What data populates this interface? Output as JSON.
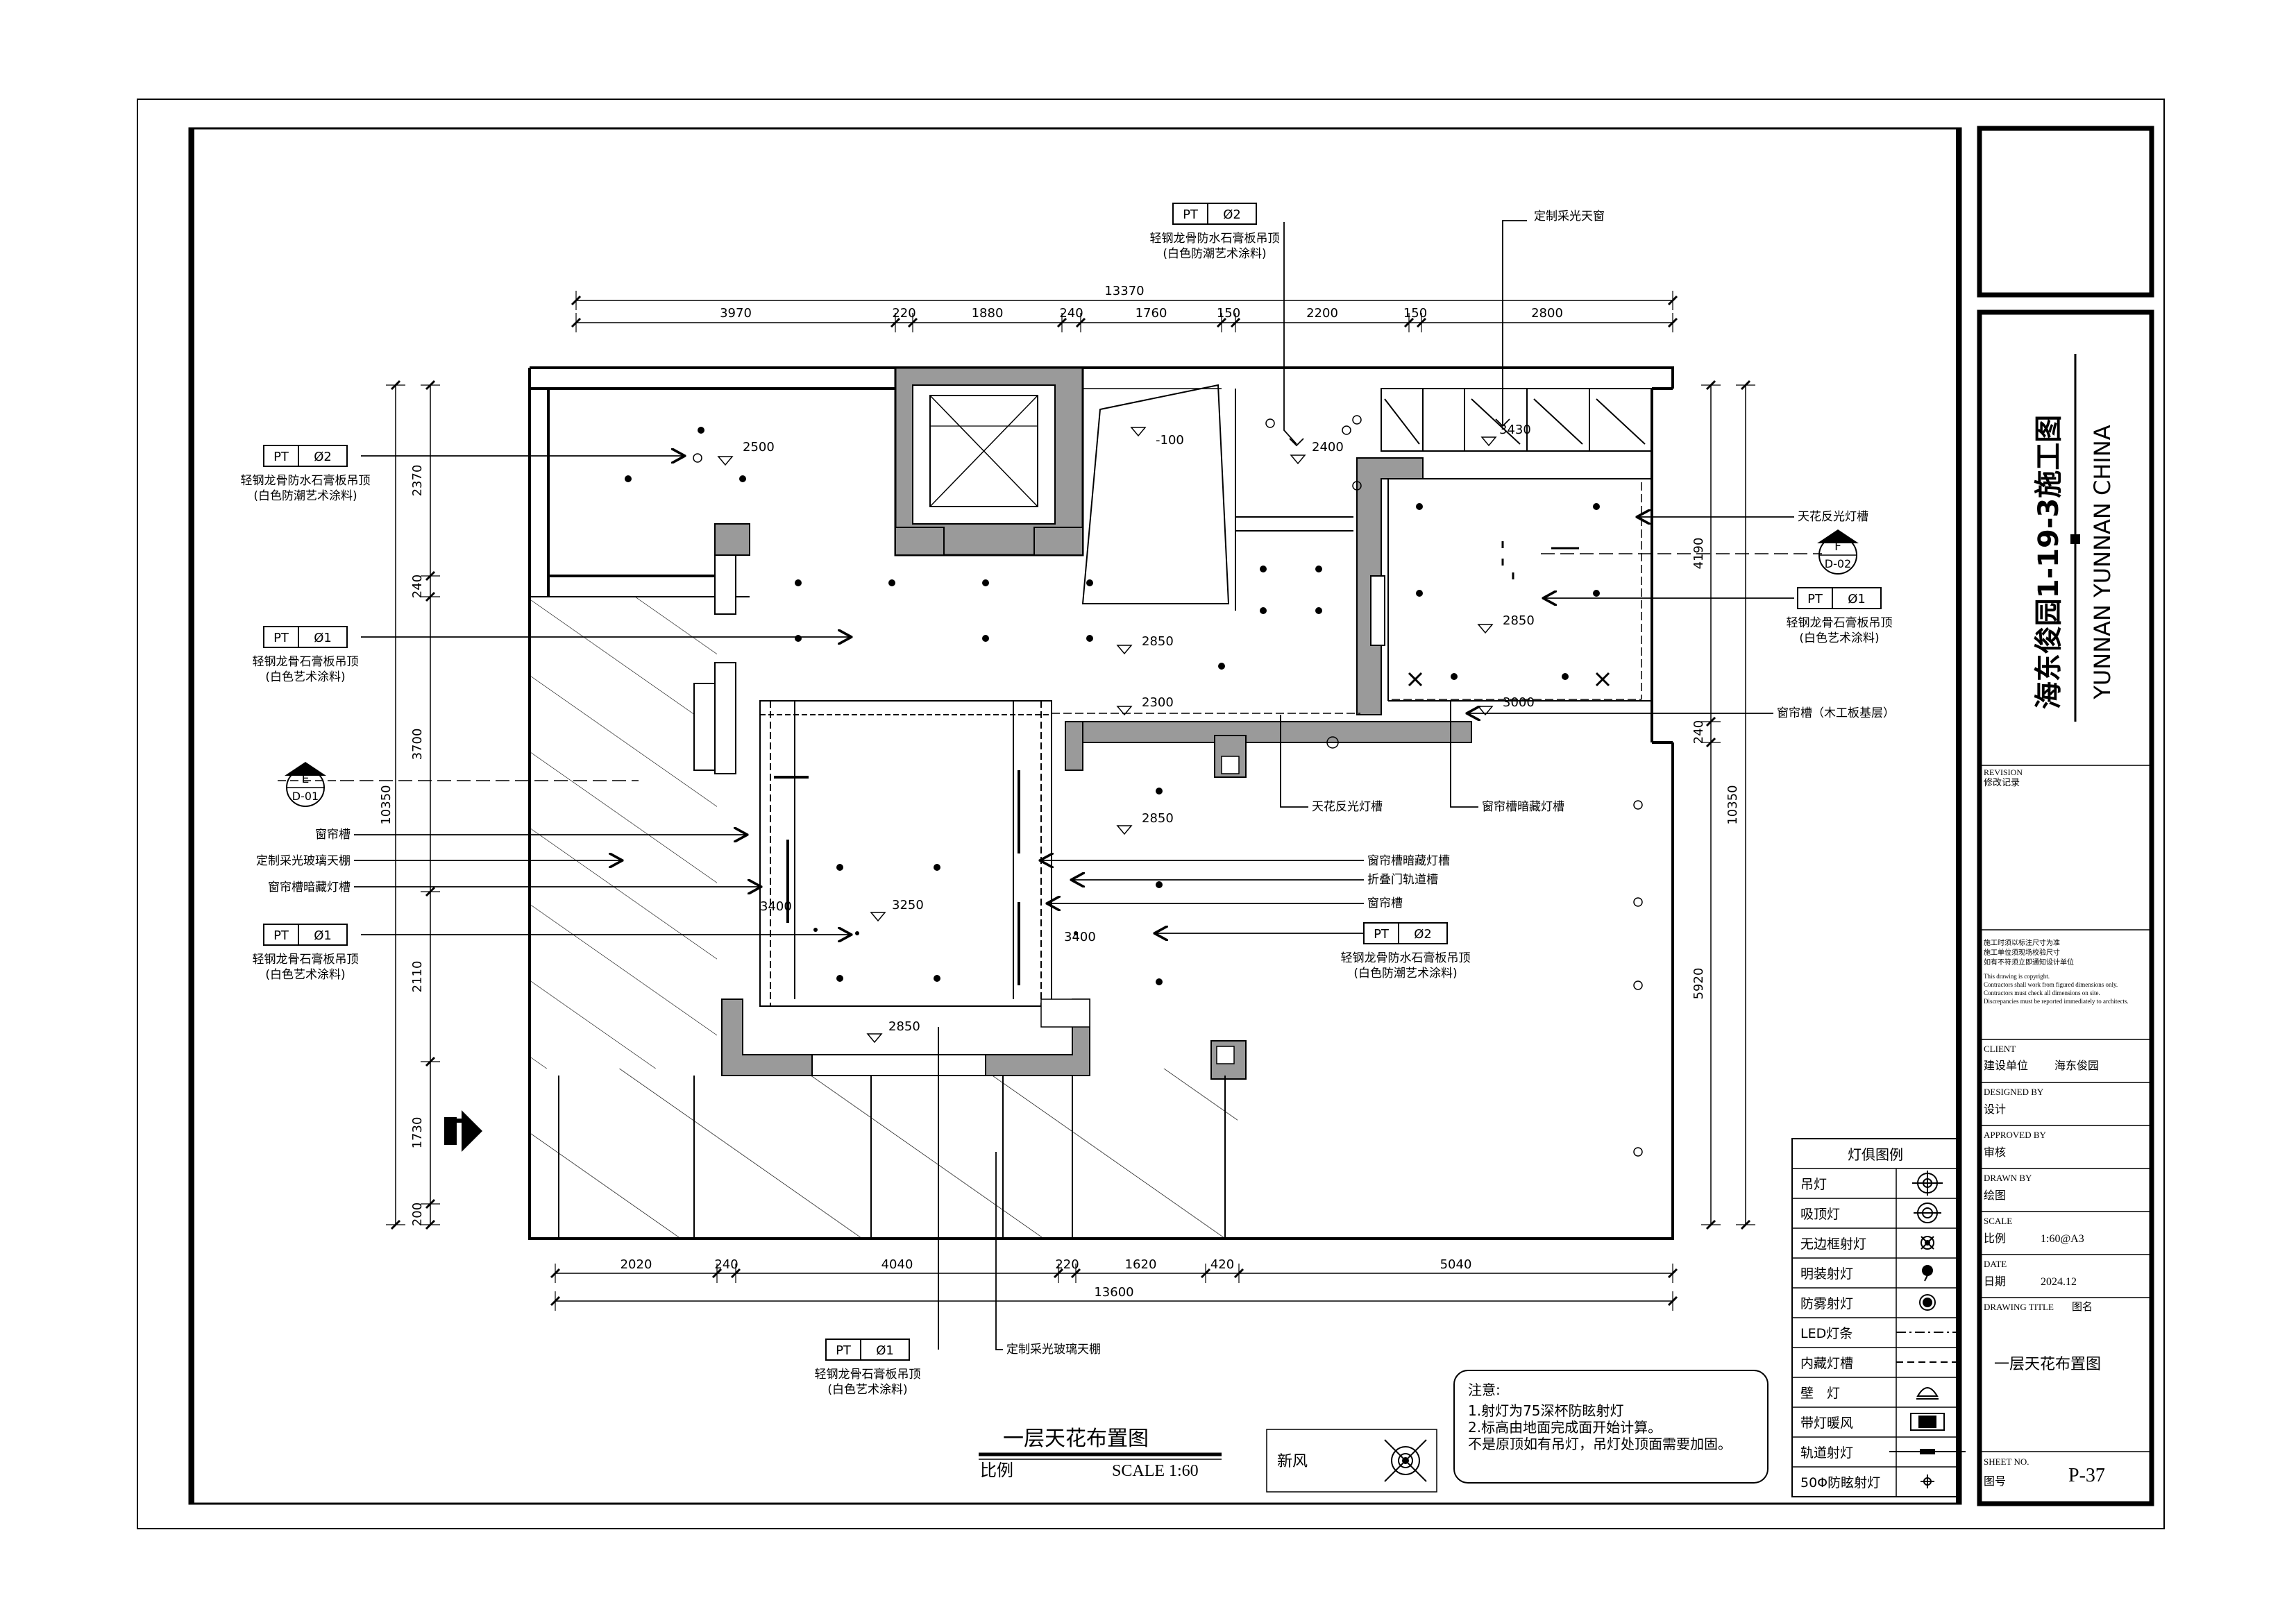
{
  "sheet": {
    "project_title": "海东俊园1-19-3施工图",
    "project_subtitle": "YUNNAN YUNNAN CHINA",
    "revision_en": "REVISION",
    "revision_cn": "修改记录",
    "notes": [
      "施工时须以标注尺寸为准",
      "施工单位须现场校验尺寸",
      "如有不符须立即通知设计单位",
      "This drawing is copyright.",
      "Contractors shall work from figured dimensions only.",
      "Contractors must check all dimensions on site.",
      "Discrepancies must be reported immediately to architects."
    ],
    "client_en": "CLIENT",
    "client_cn": "建设单位",
    "client_value": "海东俊园",
    "designed_en": "DESIGNED BY",
    "designed_cn": "设计",
    "approved_en": "APPROVED BY",
    "approved_cn": "审核",
    "drawn_en": "DRAWN BY",
    "drawn_cn": "绘图",
    "scale_en": "SCALE",
    "scale_cn": "比例",
    "scale_value": "1:60@A3",
    "date_en": "DATE",
    "date_cn": "日期",
    "date_value": "2024.12",
    "drawing_title_en": "DRAWING TITLE",
    "drawing_title_cn": "图名",
    "drawing_title_value": "一层天花布置图",
    "sheet_no_en": "SHEET NO.",
    "sheet_no_cn": "图号",
    "sheet_no_value": "P-37"
  },
  "drawing": {
    "title": "一层天花布置图",
    "scale_label": "比例",
    "scale_value": "SCALE 1:60",
    "fresh_air_label": "新风",
    "note_title": "注意:",
    "note_lines": [
      "1.射灯为75深杯防眩射灯",
      "2.标高由地面完成面开始计算。",
      "不是原顶如有吊灯，吊灯处顶面需要加固。"
    ],
    "top_total": "13370",
    "top_dims": [
      "3970",
      "220",
      "1880",
      "240",
      "1760",
      "150",
      "2200",
      "150",
      "2800"
    ],
    "bottom_total": "13600",
    "bottom_dims": [
      "2020",
      "240",
      "4040",
      "220",
      "1620",
      "420",
      "5040"
    ],
    "left_total": "10350",
    "left_dims": [
      "2370",
      "240",
      "3700",
      "2110",
      "1730",
      "200"
    ],
    "right_total": "10350",
    "right_dims": [
      "4190",
      "240",
      "5920"
    ],
    "heights": [
      "2500",
      "-100",
      "2400",
      "3430",
      "2850",
      "2850",
      "2300",
      "3000",
      "2850",
      "3250",
      "3400",
      "3400",
      "2850"
    ],
    "section_e": {
      "letter": "E",
      "code": "D-01"
    },
    "section_f": {
      "letter": "F",
      "code": "D-02"
    }
  },
  "tags": {
    "pt": "PT",
    "o1": "Ø1",
    "o2": "Ø2",
    "gypsum_waterproof": "轻钢龙骨防水石膏板吊顶",
    "gypsum": "轻钢龙骨石膏板吊顶",
    "paint_anti_moist": "(白色防潮艺术涂料)",
    "paint_white": "(白色艺术涂料)"
  },
  "callouts": {
    "skylight_custom": "定制采光天窗",
    "cove_light": "天花反光灯槽",
    "curtain_track_wood": "窗帘槽（木工板基层）",
    "curtain_hidden_light": "窗帘槽暗藏灯槽",
    "curtain_slot": "窗帘槽",
    "glass_canopy": "定制采光玻璃天棚",
    "folding_door_track": "折叠门轨道槽"
  },
  "legend": {
    "title": "灯俱图例",
    "items": [
      {
        "label": "吊灯",
        "icon": "pendant-light-icon"
      },
      {
        "label": "吸顶灯",
        "icon": "ceiling-light-icon"
      },
      {
        "label": "无边框射灯",
        "icon": "frameless-spotlight-icon"
      },
      {
        "label": "明装射灯",
        "icon": "surface-spotlight-icon"
      },
      {
        "label": "防雾射灯",
        "icon": "antifog-spotlight-icon"
      },
      {
        "label": "LED灯条",
        "icon": "led-strip-icon"
      },
      {
        "label": "内藏灯槽",
        "icon": "hidden-light-slot-icon"
      },
      {
        "label": "壁　灯",
        "icon": "wall-lamp-icon"
      },
      {
        "label": "带灯暖风",
        "icon": "heater-fan-icon"
      },
      {
        "label": "轨道射灯",
        "icon": "track-light-icon"
      },
      {
        "label": "50Φ防眩射灯",
        "icon": "antiglare-spotlight-icon"
      }
    ]
  }
}
